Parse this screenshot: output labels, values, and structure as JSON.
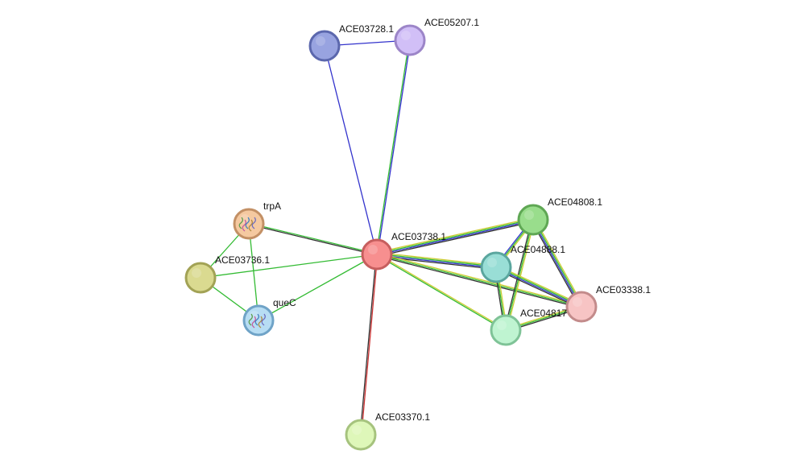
{
  "network": {
    "nodes": [
      {
        "id": "ACE03738.1",
        "label": "ACE03738.1",
        "fill": "#f78f8f",
        "stroke": "#c65e5e",
        "query": true
      },
      {
        "id": "ACE03728.1",
        "label": "ACE03728.1",
        "fill": "#98a3e0",
        "stroke": "#5b67ad"
      },
      {
        "id": "ACE05207.1",
        "label": "ACE05207.1",
        "fill": "#d1bff7",
        "stroke": "#9c85c8"
      },
      {
        "id": "trpA",
        "label": "trpA",
        "fill": "#f5c9a0",
        "stroke": "#c39065",
        "structure": true
      },
      {
        "id": "ACE03736.1",
        "label": "ACE03736.1",
        "fill": "#dada90",
        "stroke": "#a2a255"
      },
      {
        "id": "queC",
        "label": "queC",
        "fill": "#b7ddf3",
        "stroke": "#6fa3c7",
        "structure": true
      },
      {
        "id": "ACE04808.1",
        "label": "ACE04808.1",
        "fill": "#99dd8c",
        "stroke": "#5fa754"
      },
      {
        "id": "ACE04888.1",
        "label": "ACE04888.1",
        "fill": "#99ded6",
        "stroke": "#5aa69e"
      },
      {
        "id": "ACE03338.1",
        "label": "ACE03338.1",
        "fill": "#f7c4c4",
        "stroke": "#c38b8b"
      },
      {
        "id": "ACE04817",
        "label": "ACE04817",
        "fill": "#bff4d1",
        "stroke": "#7fc397"
      },
      {
        "id": "ACE03370.1",
        "label": "ACE03370.1",
        "fill": "#def7b9",
        "stroke": "#a6c37e"
      }
    ],
    "edges": [
      {
        "source": "ACE03738.1",
        "target": "ACE03728.1",
        "evidence": [
          "#3333cc"
        ]
      },
      {
        "source": "ACE03728.1",
        "target": "ACE05207.1",
        "evidence": [
          "#3333cc"
        ]
      },
      {
        "source": "ACE03738.1",
        "target": "ACE05207.1",
        "evidence": [
          "#33bb33",
          "#3333cc"
        ]
      },
      {
        "source": "ACE03738.1",
        "target": "trpA",
        "evidence": [
          "#333333",
          "#33bb33"
        ]
      },
      {
        "source": "ACE03738.1",
        "target": "ACE03736.1",
        "evidence": [
          "#33bb33"
        ]
      },
      {
        "source": "ACE03738.1",
        "target": "queC",
        "evidence": [
          "#33bb33"
        ]
      },
      {
        "source": "trpA",
        "target": "ACE03736.1",
        "evidence": [
          "#33bb33"
        ]
      },
      {
        "source": "trpA",
        "target": "queC",
        "evidence": [
          "#33bb33"
        ]
      },
      {
        "source": "ACE03736.1",
        "target": "queC",
        "evidence": [
          "#33bb33"
        ]
      },
      {
        "source": "ACE03738.1",
        "target": "ACE04808.1",
        "evidence": [
          "#cccc33",
          "#33bb33",
          "#3333cc",
          "#333333"
        ]
      },
      {
        "source": "ACE03738.1",
        "target": "ACE04888.1",
        "evidence": [
          "#cccc33",
          "#33bb33",
          "#3333cc",
          "#333333"
        ]
      },
      {
        "source": "ACE03738.1",
        "target": "ACE03338.1",
        "evidence": [
          "#cccc33",
          "#33bb33",
          "#333333"
        ]
      },
      {
        "source": "ACE03738.1",
        "target": "ACE04817",
        "evidence": [
          "#cccc33",
          "#33bb33"
        ]
      },
      {
        "source": "ACE03738.1",
        "target": "ACE03370.1",
        "evidence": [
          "#cc3333",
          "#333333"
        ]
      },
      {
        "source": "ACE04808.1",
        "target": "ACE04888.1",
        "evidence": [
          "#cccc33",
          "#33bb33",
          "#3333cc"
        ]
      },
      {
        "source": "ACE04808.1",
        "target": "ACE04817",
        "evidence": [
          "#cccc33",
          "#33bb33",
          "#333333"
        ]
      },
      {
        "source": "ACE04808.1",
        "target": "ACE03338.1",
        "evidence": [
          "#cccc33",
          "#33bb33",
          "#3333cc",
          "#333333"
        ]
      },
      {
        "source": "ACE04888.1",
        "target": "ACE03338.1",
        "evidence": [
          "#cccc33",
          "#33bb33",
          "#3333cc",
          "#333333"
        ]
      },
      {
        "source": "ACE04888.1",
        "target": "ACE04817",
        "evidence": [
          "#cccc33",
          "#33bb33",
          "#333333"
        ]
      },
      {
        "source": "ACE04817",
        "target": "ACE03338.1",
        "evidence": [
          "#cccc33",
          "#33bb33",
          "#333333"
        ]
      }
    ]
  }
}
